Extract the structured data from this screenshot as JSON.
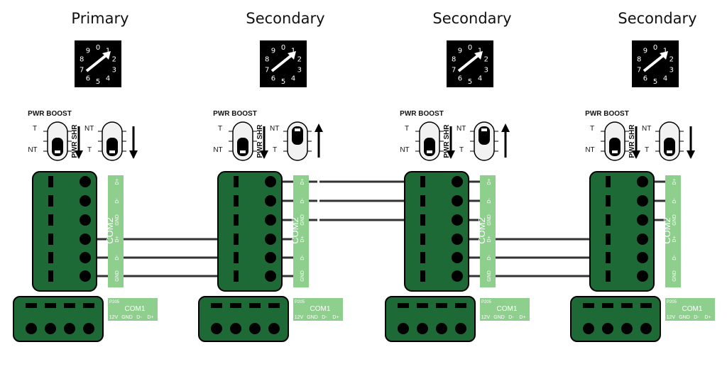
{
  "units": [
    {
      "title": "Primary",
      "boost": "down",
      "shr": "down",
      "bus_right": false
    },
    {
      "title": "Secondary",
      "boost": "down",
      "shr": "up",
      "bus_right": true
    },
    {
      "title": "Secondary",
      "boost": "down",
      "shr": "up",
      "bus_right": false
    },
    {
      "title": "Secondary",
      "boost": "down",
      "shr": "down",
      "bus_right": false
    }
  ],
  "dial_digits": [
    "0",
    "1",
    "2",
    "3",
    "4",
    "5",
    "6",
    "7",
    "8",
    "9"
  ],
  "labels": {
    "pwr_boost": "PWR BOOST",
    "pwr_shr": "PWR SHR",
    "t": "T",
    "nt": "NT",
    "com2": "COM2",
    "com1": "COM1",
    "p205": "P205",
    "com2_pins": [
      "D+",
      "D-",
      "GND",
      "D+",
      "D-",
      "GND"
    ],
    "com1_pins": [
      "12V",
      "GND",
      "D-",
      "D+"
    ]
  },
  "colors": {
    "dark_green": "#1e6a36",
    "light_green": "#8fcf8e",
    "wire": "#333333",
    "black": "#000000"
  }
}
